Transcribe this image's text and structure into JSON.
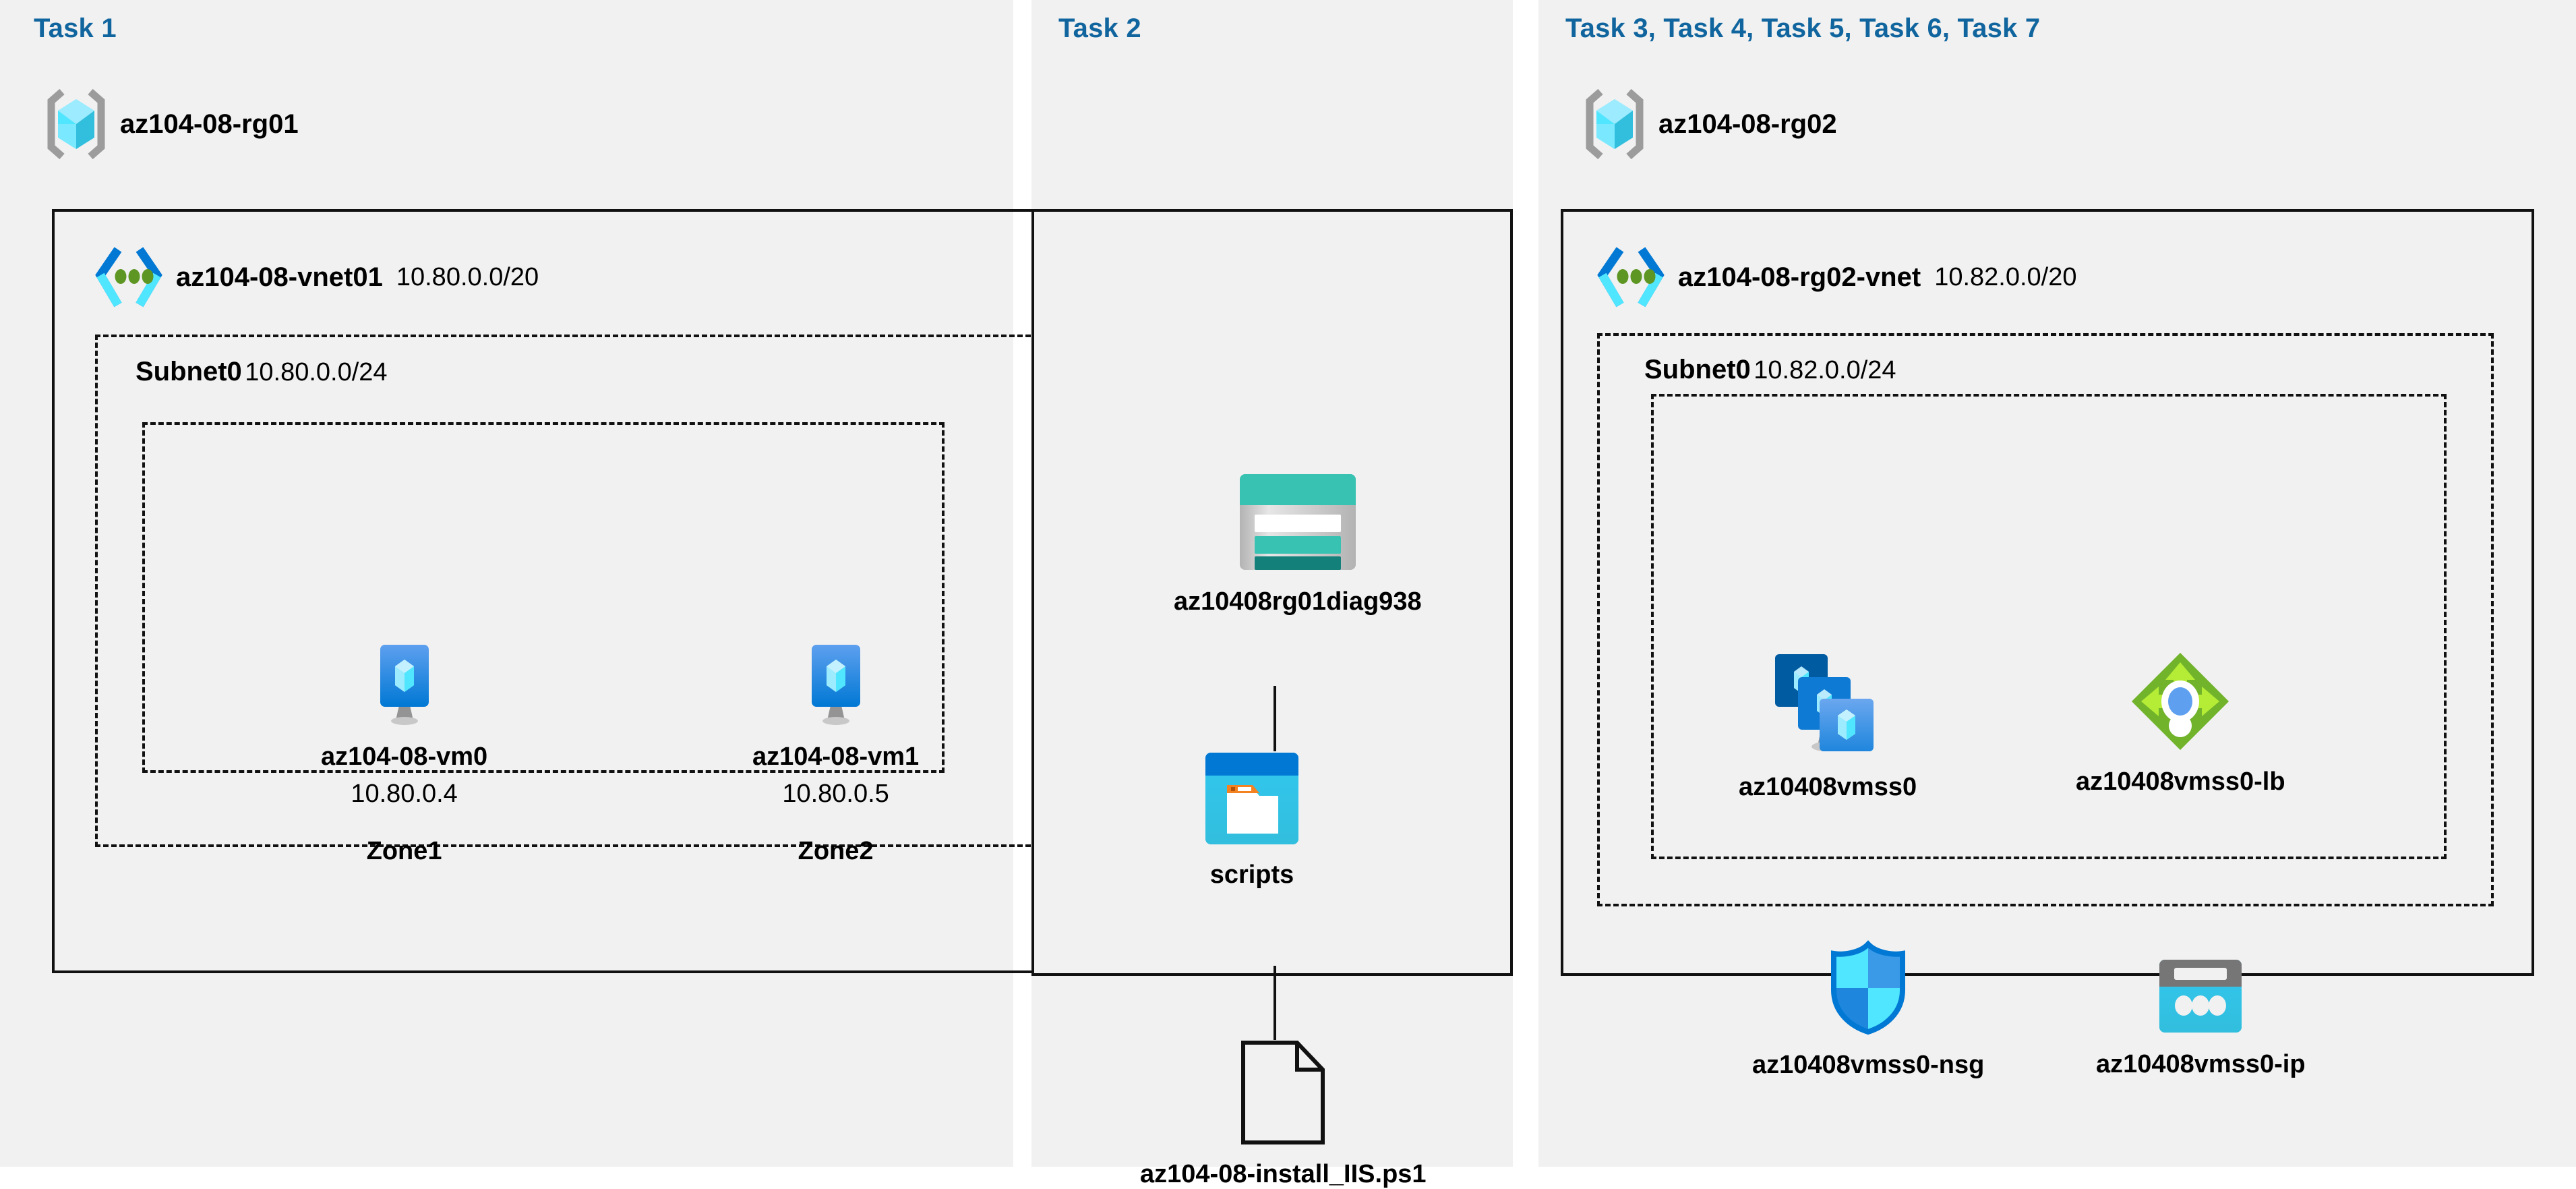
{
  "panels": [
    {
      "id": "task1",
      "title": "Task 1",
      "resource_group": {
        "name": "az104-08-rg01",
        "icon": "resource-group-icon"
      },
      "vnet": {
        "name": "az104-08-vnet01",
        "cidr": "10.80.0.0/20",
        "icon": "virtual-network-icon"
      },
      "subnet": {
        "name": "Subnet0",
        "cidr": "10.80.0.0/24"
      },
      "vms": [
        {
          "name": "az104-08-vm0",
          "ip": "10.80.0.4",
          "zone": "Zone1",
          "icon": "virtual-machine-icon"
        },
        {
          "name": "az104-08-vm1",
          "ip": "10.80.0.5",
          "zone": "Zone2",
          "icon": "virtual-machine-icon"
        }
      ]
    },
    {
      "id": "task2",
      "title": "Task 2",
      "nodes": [
        {
          "name": "az10408rg01diag938",
          "icon": "storage-account-icon"
        },
        {
          "name": "scripts",
          "icon": "blob-container-icon"
        },
        {
          "name": "az104-08-install_IIS.ps1",
          "icon": "file-icon"
        }
      ]
    },
    {
      "id": "task3",
      "title": "Task 3, Task 4, Task 5, Task 6, Task 7",
      "resource_group": {
        "name": "az104-08-rg02",
        "icon": "resource-group-icon"
      },
      "vnet": {
        "name": "az104-08-rg02-vnet",
        "cidr": "10.82.0.0/20",
        "icon": "virtual-network-icon"
      },
      "subnet": {
        "name": "Subnet0",
        "cidr": "10.82.0.0/24"
      },
      "resources": [
        {
          "name": "az10408vmss0",
          "icon": "vm-scale-set-icon"
        },
        {
          "name": "az10408vmss0-lb",
          "icon": "load-balancer-icon"
        },
        {
          "name": "az10408vmss0-nsg",
          "icon": "network-security-group-icon"
        },
        {
          "name": "az10408vmss0-ip",
          "icon": "public-ip-address-icon"
        }
      ]
    }
  ],
  "colors": {
    "task_title": "#11659e",
    "panel_background": "#f1f1f1",
    "page_background": "#ffffff",
    "border": "#111111",
    "azure_blue": "#0078d4",
    "cyan": "#32c8f0",
    "teal": "#37c2b1",
    "green": "#76bc2d",
    "gray": "#767676"
  }
}
